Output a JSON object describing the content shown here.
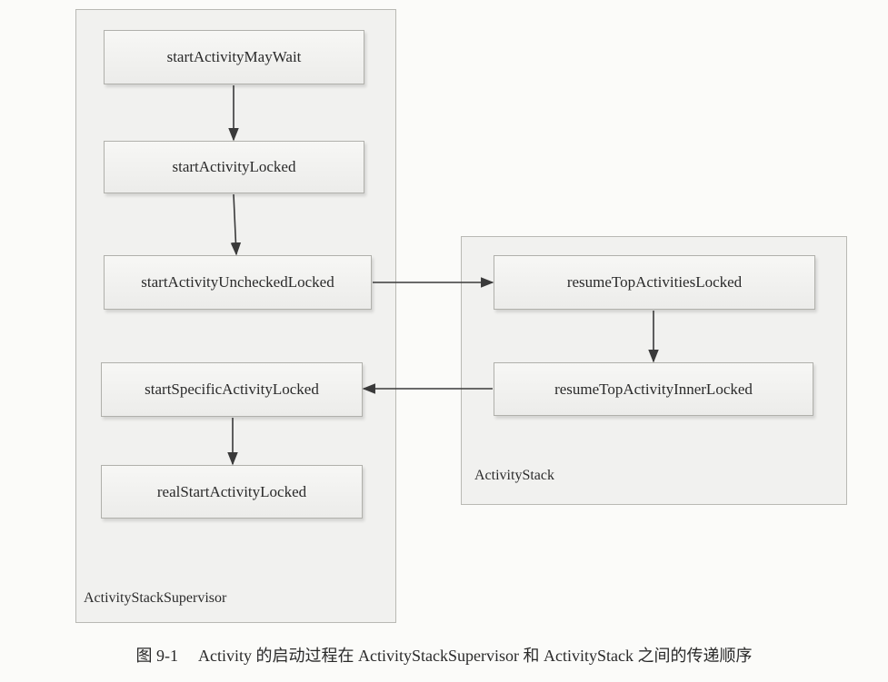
{
  "groups": {
    "supervisor": {
      "label": "ActivityStackSupervisor"
    },
    "stack": {
      "label": "ActivityStack"
    }
  },
  "nodes": {
    "start_activity_may_wait": "startActivityMayWait",
    "start_activity_locked": "startActivityLocked",
    "start_activity_unchecked_locked": "startActivityUncheckedLocked",
    "start_specific_activity_locked": "startSpecificActivityLocked",
    "real_start_activity_locked": "realStartActivityLocked",
    "resume_top_activities_locked": "resumeTopActivitiesLocked",
    "resume_top_activity_inner_locked": "resumeTopActivityInnerLocked"
  },
  "caption": {
    "figure_number": "图 9-1",
    "text": "Activity 的启动过程在 ActivityStackSupervisor 和 ActivityStack 之间的传递顺序"
  },
  "colors": {
    "arrow": "#3a3a3a",
    "box_border": "#b0b0ab",
    "group_fill": "#f1f1ef"
  }
}
